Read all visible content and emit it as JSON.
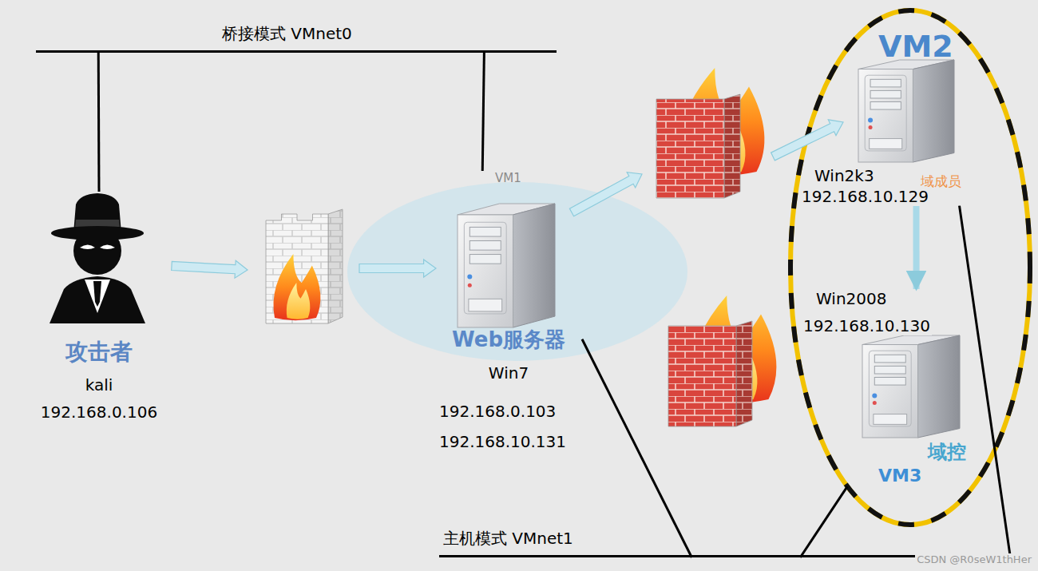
{
  "diagram": {
    "nodes": [
      {
        "text": [
          "桥接模式 VMnet0"
        ]
      },
      {
        "text": [
          "攻击者",
          "kali",
          "192.168.0.106"
        ]
      },
      {
        "text": [
          "VM1",
          "Web服务器",
          "Win7",
          "192.168.0.103",
          "192.168.10.131"
        ]
      },
      {
        "text": [
          "VM2",
          "Win2k3",
          "域成员",
          "192.168.10.129"
        ]
      },
      {
        "text": [
          "Win2008",
          "192.168.10.130",
          "域控",
          "VM3"
        ]
      },
      {
        "text": [
          "主机模式 VMnet1"
        ]
      }
    ],
    "edges": [
      {
        "from": 0,
        "to": 1,
        "arrow": "none"
      },
      {
        "from": 0,
        "to": 2,
        "arrow": "none"
      },
      {
        "from": 5,
        "to": 2,
        "arrow": "none"
      },
      {
        "from": 5,
        "to": 3,
        "arrow": "none"
      },
      {
        "from": 5,
        "to": 4,
        "arrow": "none"
      },
      {
        "from": 3,
        "to": 4,
        "arrow": "to"
      }
    ],
    "labels": [
      "CSDN @R0seW1thHer"
    ]
  }
}
